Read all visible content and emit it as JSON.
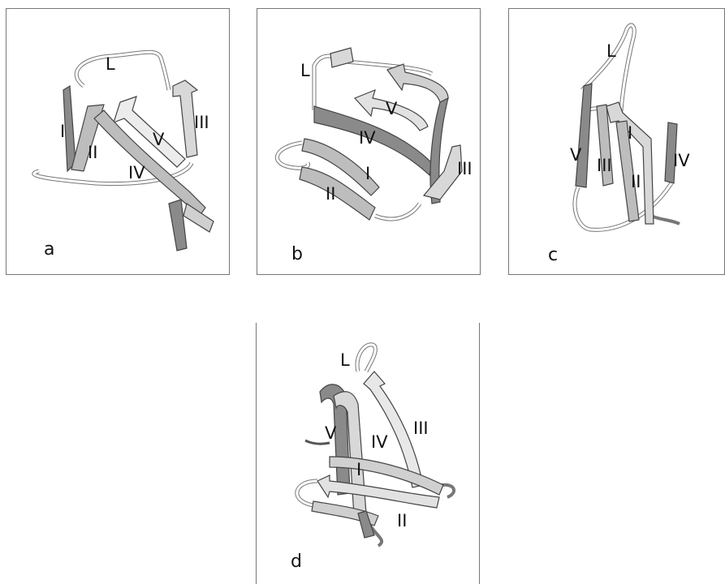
{
  "panels": [
    {
      "letter": "a",
      "strands": [
        "I",
        "II",
        "III",
        "IV",
        "V"
      ],
      "loop": "L"
    },
    {
      "letter": "b",
      "strands": [
        "I",
        "II",
        "III",
        "IV",
        "V"
      ],
      "loop": "L"
    },
    {
      "letter": "c",
      "strands": [
        "I",
        "II",
        "III",
        "IV",
        "V"
      ],
      "loop": "L"
    },
    {
      "letter": "d",
      "strands": [
        "I",
        "II",
        "III",
        "IV",
        "V"
      ],
      "loop": "L"
    }
  ],
  "colors": {
    "ribbon_light": "#e2e2e2",
    "ribbon_mid": "#bdbdbd",
    "ribbon_dark": "#8a8a8a",
    "outline": "#444444"
  }
}
